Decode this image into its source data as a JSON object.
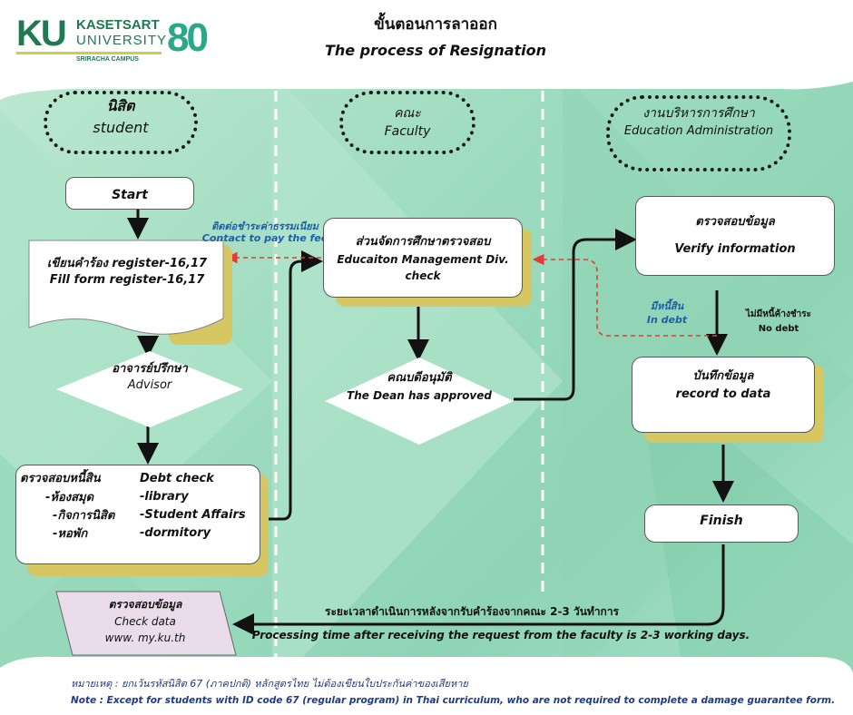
{
  "header": {
    "logo_ku": "KU",
    "logo_name_1": "KASETSART",
    "logo_name_2": "UNIVERSITY",
    "logo_campus": "SRIRACHA CAMPUS",
    "logo_80": "80",
    "title_th": "ขั้นตอนการลาออก",
    "title_en": "The process of Resignation"
  },
  "lanes": {
    "student_th": "นิสิต",
    "student_en": "student",
    "faculty_th": "คณะ",
    "faculty_en": "Faculty",
    "admin_th": "งานบริหารการศึกษา",
    "admin_en": "Education Administration"
  },
  "nodes": {
    "start": "Start",
    "register_th": "เขียนคำร้อง register-16,17",
    "register_en": "Fill form register-16,17",
    "advisor_th": "อาจารย์ปรึกษา",
    "advisor_en": "Advisor",
    "debt_th_title": "ตรวจสอบหนี้สิน",
    "debt_th_1": "-ห้องสมุด",
    "debt_th_2": "-กิจการนิสิต",
    "debt_th_3": "-หอพัก",
    "debt_en_title": "Debt check",
    "debt_en_1": "-library",
    "debt_en_2": "-Student Affairs",
    "debt_en_3": "-dormitory",
    "check_th": "ตรวจสอบข้อมูล",
    "check_en": "Check  data",
    "check_url": "www. my.ku.th",
    "edu_th": "ส่วนจัดการศึกษาตรวจสอบ",
    "edu_en_1": "Educaiton Management Div.",
    "edu_en_2": "check",
    "dean_th": "คณบดีอนุมัติ",
    "dean_en": "The Dean has approved",
    "verify_th": "ตรวจสอบข้อมูล",
    "verify_en": "Verify information",
    "record_th": "บันทึกข้อมูล",
    "record_en": "record to data",
    "finish": "Finish"
  },
  "labels": {
    "pay_th": "ติดต่อชำระค่าธรรมเนียม",
    "pay_en": "Contact to pay the fee",
    "indebt_th": "มีหนี้สิน",
    "indebt_en": "In debt",
    "nodebt_th": "ไม่มีหนี้ค้างชำระ",
    "nodebt_en": "No debt",
    "processing_th": "ระยะเวลาดำเนินการหลังจากรับคำร้องจากคณะ 2-3 วันทำการ",
    "processing_en": "Processing time after receiving the request from the faculty is 2-3 working days."
  },
  "notes": {
    "note_th": "หมายเหตุ  :   ยกเว้นรหัสนิสิต 67 (ภาคปกติ) หลักสูตรไทย ไม่ต้องเขียนใบประกันค่าของเสียหาย",
    "note_en": "Note :  Except for students with ID code 67 (regular program) in Thai curriculum, who are not required to complete a damage guarantee form."
  },
  "colors": {
    "background": "#9fdcc0",
    "box_shadow": "#d7c763",
    "check_box": "#eadcea",
    "red_dashed": "#e23b3b",
    "blue_text": "#1e5fa8",
    "ku_green": "#1f7a4f",
    "eighty_teal": "#2aa889"
  }
}
